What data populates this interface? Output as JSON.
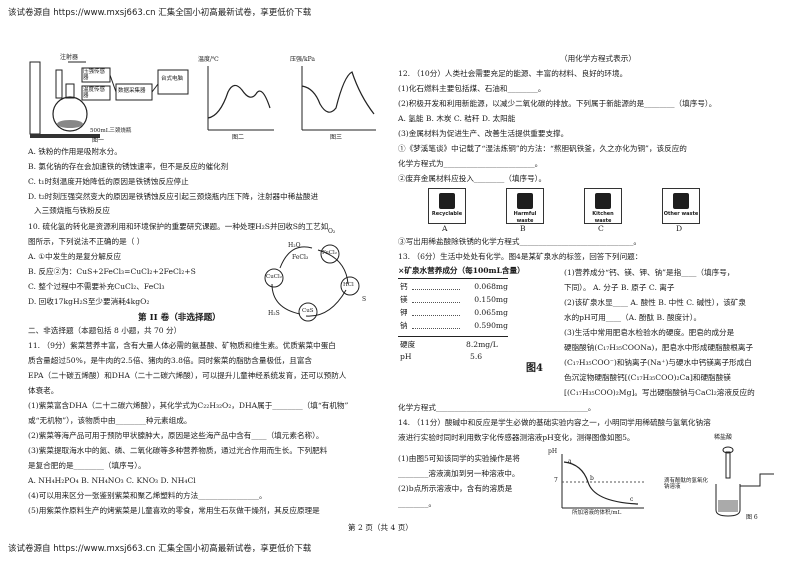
{
  "header_text": "该试卷源自 https://www.mxsj663.cn 汇集全国小初高最新试卷，享更低价下载",
  "footer_text": "该试卷源自 https://www.mxsj663.cn 汇集全国小初高最新试卷，享更低价下载",
  "page_number": "第 2 页（共 4 页）",
  "left": {
    "apparatus_labels": {
      "syringe": "注射器",
      "pressure_sensor": "压强传感器",
      "temp_sensor": "温度传感器",
      "collector": "数据采集器",
      "computer": "台式电脑",
      "flask": "500mL三颈烧瓶",
      "fig1": "图一",
      "fig2": "图二",
      "fig3": "图三",
      "temp_axis": "温度/℃",
      "pressure_axis": "压强/kPa"
    },
    "q9_options": [
      "A. 铁粉的作用是吸附水分。",
      "B. 氯化钠的存在会加速铁的锈蚀速率，但不是反应的催化剂",
      "C. t₁时刻温度开始降低的原因是铁锈蚀反应停止",
      "D. t₂时刻压强突然变大的原因是铁锈蚀反应引起三颈烧瓶内压下降，注射器中稀盐酸进",
      "入三颈烧瓶与铁粉反应"
    ],
    "q10": [
      "10.  硫化氢的转化是资源利用和环境保护的重要研究课题。一种处理H₂S并回收S的工艺如",
      "图所示，下列说法不正确的是（    ）",
      "A. ①中发生的是复分解反应",
      "B. 反应②为：CuS+2FeCl₃=CuCl₂+2FeCl₂+S",
      "C. 整个过程中不需要补充CuCl₂、FeCl₃",
      "D. 回收17kgH₂S至少要消耗4kgO₂"
    ],
    "cycle_labels": [
      "O₂",
      "H₂O",
      "FeCl₃",
      "FeCl₂",
      "CuCl₂",
      "HCl",
      "CuS",
      "S",
      "H₂S"
    ],
    "part2_title": "第 II 卷（非选择题）",
    "part2_intro": "二、非选择题（本题包括 8 小题，共 70 分）",
    "q11": [
      "11. （9分）紫菜营养丰富，含有大量人体必需的氨基酸、矿物质和维生素。优质紫菜中蛋白",
      "质含量超过50%，是牛肉的2.5倍、猪肉的3.8倍。同时紫菜的脂肪含量极低，且富含",
      "EPA（二十碳五烯酸）和DHA（二十二碳六烯酸），可以提升儿童神经系统发育，还可以预防人",
      "体衰老。",
      "(1)紫菜富含DHA（二十二碳六烯酸），其化学式为C₂₂H₃₂O₂，DHA属于________（填“有机物”",
      "或“无机物”），该物质中由________种元素组成。",
      "(2)紫菜等海产品可用于预防甲状腺肿大，原因是这些海产品中含有____（填元素名称）。",
      "(3)紫菜提取海水中的氮、磷、二氧化碳等多种营养物质，通过光合作用而生长。下列肥料",
      "是复合肥的是________（填序号）。",
      "A. NH₄H₂PO₄          B. NH₄NO₃          C. KNO₃          D. NH₄Cl",
      "(4)可以用来区分一张鉴别紫菜和聚乙烯塑料的方法________________。",
      "(5)用紫菜作原料生产的烤紫菜是儿童喜欢的零食，常用生石灰做干燥剂，其反应原理是"
    ]
  },
  "right": {
    "top_blank": "（用化学方程式表示）",
    "q12": [
      "12.  （10分）人类社会需要充足的能源、丰富的材料、良好的环境。",
      "(1)化石燃料主要包括煤、石油和________。",
      "(2)积极开发和利用新能源，以减少二氧化碳的排放。下列属于新能源的是________（填序号）。",
      "A. 氢能          B. 木炭          C. 秸秆          D. 太阳能",
      "(3)金属材料为促进生产、改善生活提供重要支撑。",
      "①《梦溪笔谈》中记载了“湿法炼铜”的方法：“熬胆矾铁釜，久之亦化为铜”，该反应的",
      "化学方程式为________________________。",
      "②废弃金属材料应投入________（填序号）。"
    ],
    "recycle_bins": [
      {
        "label": "A",
        "cap": "Recyclable"
      },
      {
        "label": "B",
        "cap": "Harmful waste"
      },
      {
        "label": "C",
        "cap": "Kitchen waste"
      },
      {
        "label": "D",
        "cap": "Other waste"
      }
    ],
    "q12_tail": "③写出用稀盐酸除铁锈的化学方程式______________________________。",
    "q13_intro": "13.  （6分）生活中处处有化学。图4是某矿泉水的标签，回答下列问题：",
    "mineral_title": "×矿泉水营养成分（每100mL含量）",
    "minerals": [
      {
        "name": "钙",
        "value": "0.068mg"
      },
      {
        "name": "镁",
        "value": "0.150mg"
      },
      {
        "name": "钾",
        "value": "0.065mg"
      },
      {
        "name": "钠",
        "value": "0.590mg"
      }
    ],
    "hardness_label": "硬度",
    "hardness_value": "8.2mg/L",
    "ph_label": "pH",
    "ph_value": "5.6",
    "fig4": "图4",
    "q13": [
      "(1)营养成分“钙、镁、钾、钠”是指____（填序号，",
      "下同）。  A. 分子    B. 原子    C. 离子",
      "(2)该矿泉水显____  A. 酸性  B. 中性  C. 碱性），该矿泉",
      "水的pH可用____（A. 酚酞  B. 酸度计）。",
      "(3)生活中常用肥皂水检验水的硬度。肥皂的成分是",
      "硬脂酸钠(C₁₇H₃₅COONa)，肥皂水中形成硬脂酸根离子",
      "(C₁₇H₃₅COO⁻)和钠离子(Na⁺)与硬水中钙镁离子形成白",
      "色沉淀物硬脂酸钙[(C₁₇H₃₅COO)₂Ca]和硬脂酸镁",
      "[(C₁₇H₃₅COO)₂Mg]。写出硬脂酸钠与CaCl₂溶液反应的",
      "化学方程式________________________________________。"
    ],
    "q14": [
      "14.  （11分）酸碱中和反应是学生必做的基础实验内容之一，小明同学用稀硫酸与氢氧化钠溶",
      "液进行实验时同时利用数字化传感器测溶液pH变化，测得图像如图5。"
    ],
    "q14_questions": [
      "(1)由图5可知该同学的实验操作是将",
      "________溶液滴加到另一种溶液中。",
      "(2)b点所示溶液中，含有的溶质是",
      "________。"
    ],
    "graph5": {
      "y": "pH",
      "x": "所加溶液的体积/mL",
      "pts": [
        "a",
        "b",
        "c"
      ],
      "val7": "7",
      "fig": "图5"
    },
    "fig6": {
      "top": "稀盐酸",
      "left": "滴有酚酞的氢氧化钠溶液",
      "cap": "图 6"
    }
  }
}
